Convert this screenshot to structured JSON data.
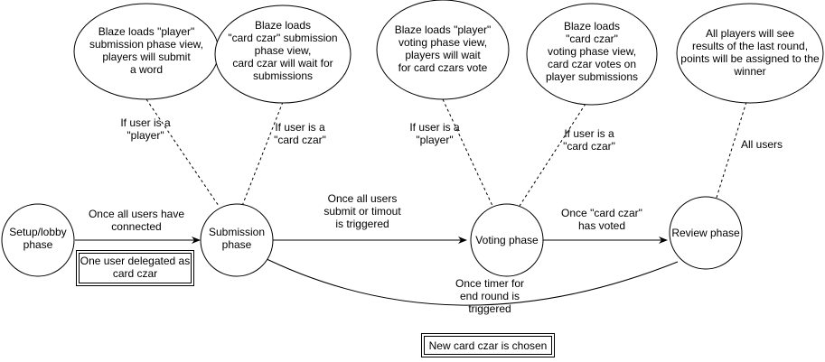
{
  "nodes": {
    "setup": [
      "Setup/lobby",
      "phase"
    ],
    "submission": [
      "Submission",
      "phase"
    ],
    "voting": [
      "Voting phase"
    ],
    "review": [
      "Review phase"
    ]
  },
  "notes": {
    "player_submission": [
      "Blaze loads \"player\"",
      "submission phase view,",
      "players will submit",
      "a word"
    ],
    "czar_submission": [
      "Blaze loads",
      "\"card czar\" submission",
      "phase view,",
      "card czar will wait for",
      "submissions"
    ],
    "player_voting": [
      "Blaze loads \"player\"",
      "voting phase view,",
      "players will wait",
      "for card czars vote"
    ],
    "czar_voting": [
      "Blaze loads",
      "\"card czar\"",
      "voting phase view,",
      "card czar votes on",
      "player submissions"
    ],
    "review_results": [
      "All players will see",
      "results of the last round,",
      "points will be assigned to the",
      "winner"
    ]
  },
  "conditions": {
    "sub_player": [
      "If user is a",
      "\"player\""
    ],
    "sub_czar": [
      "If user is a",
      "\"card czar\""
    ],
    "vote_player": [
      "If user is a",
      "\"player\""
    ],
    "vote_czar": [
      "If user is a",
      "\"card czar\""
    ],
    "review_all": [
      "All users"
    ]
  },
  "edges": {
    "setup_to_submission": [
      "Once all users have",
      "connected"
    ],
    "submission_to_voting": [
      "Once all users",
      "submit or timout",
      "is triggered"
    ],
    "voting_to_review": [
      "Once \"card czar\"",
      "has voted"
    ],
    "review_to_submission": [
      "Once timer for",
      "end round is",
      "triggered"
    ]
  },
  "boxes": {
    "czar_delegated": [
      "One user delegated as",
      "card czar"
    ],
    "new_czar": [
      "New card czar is chosen"
    ]
  }
}
